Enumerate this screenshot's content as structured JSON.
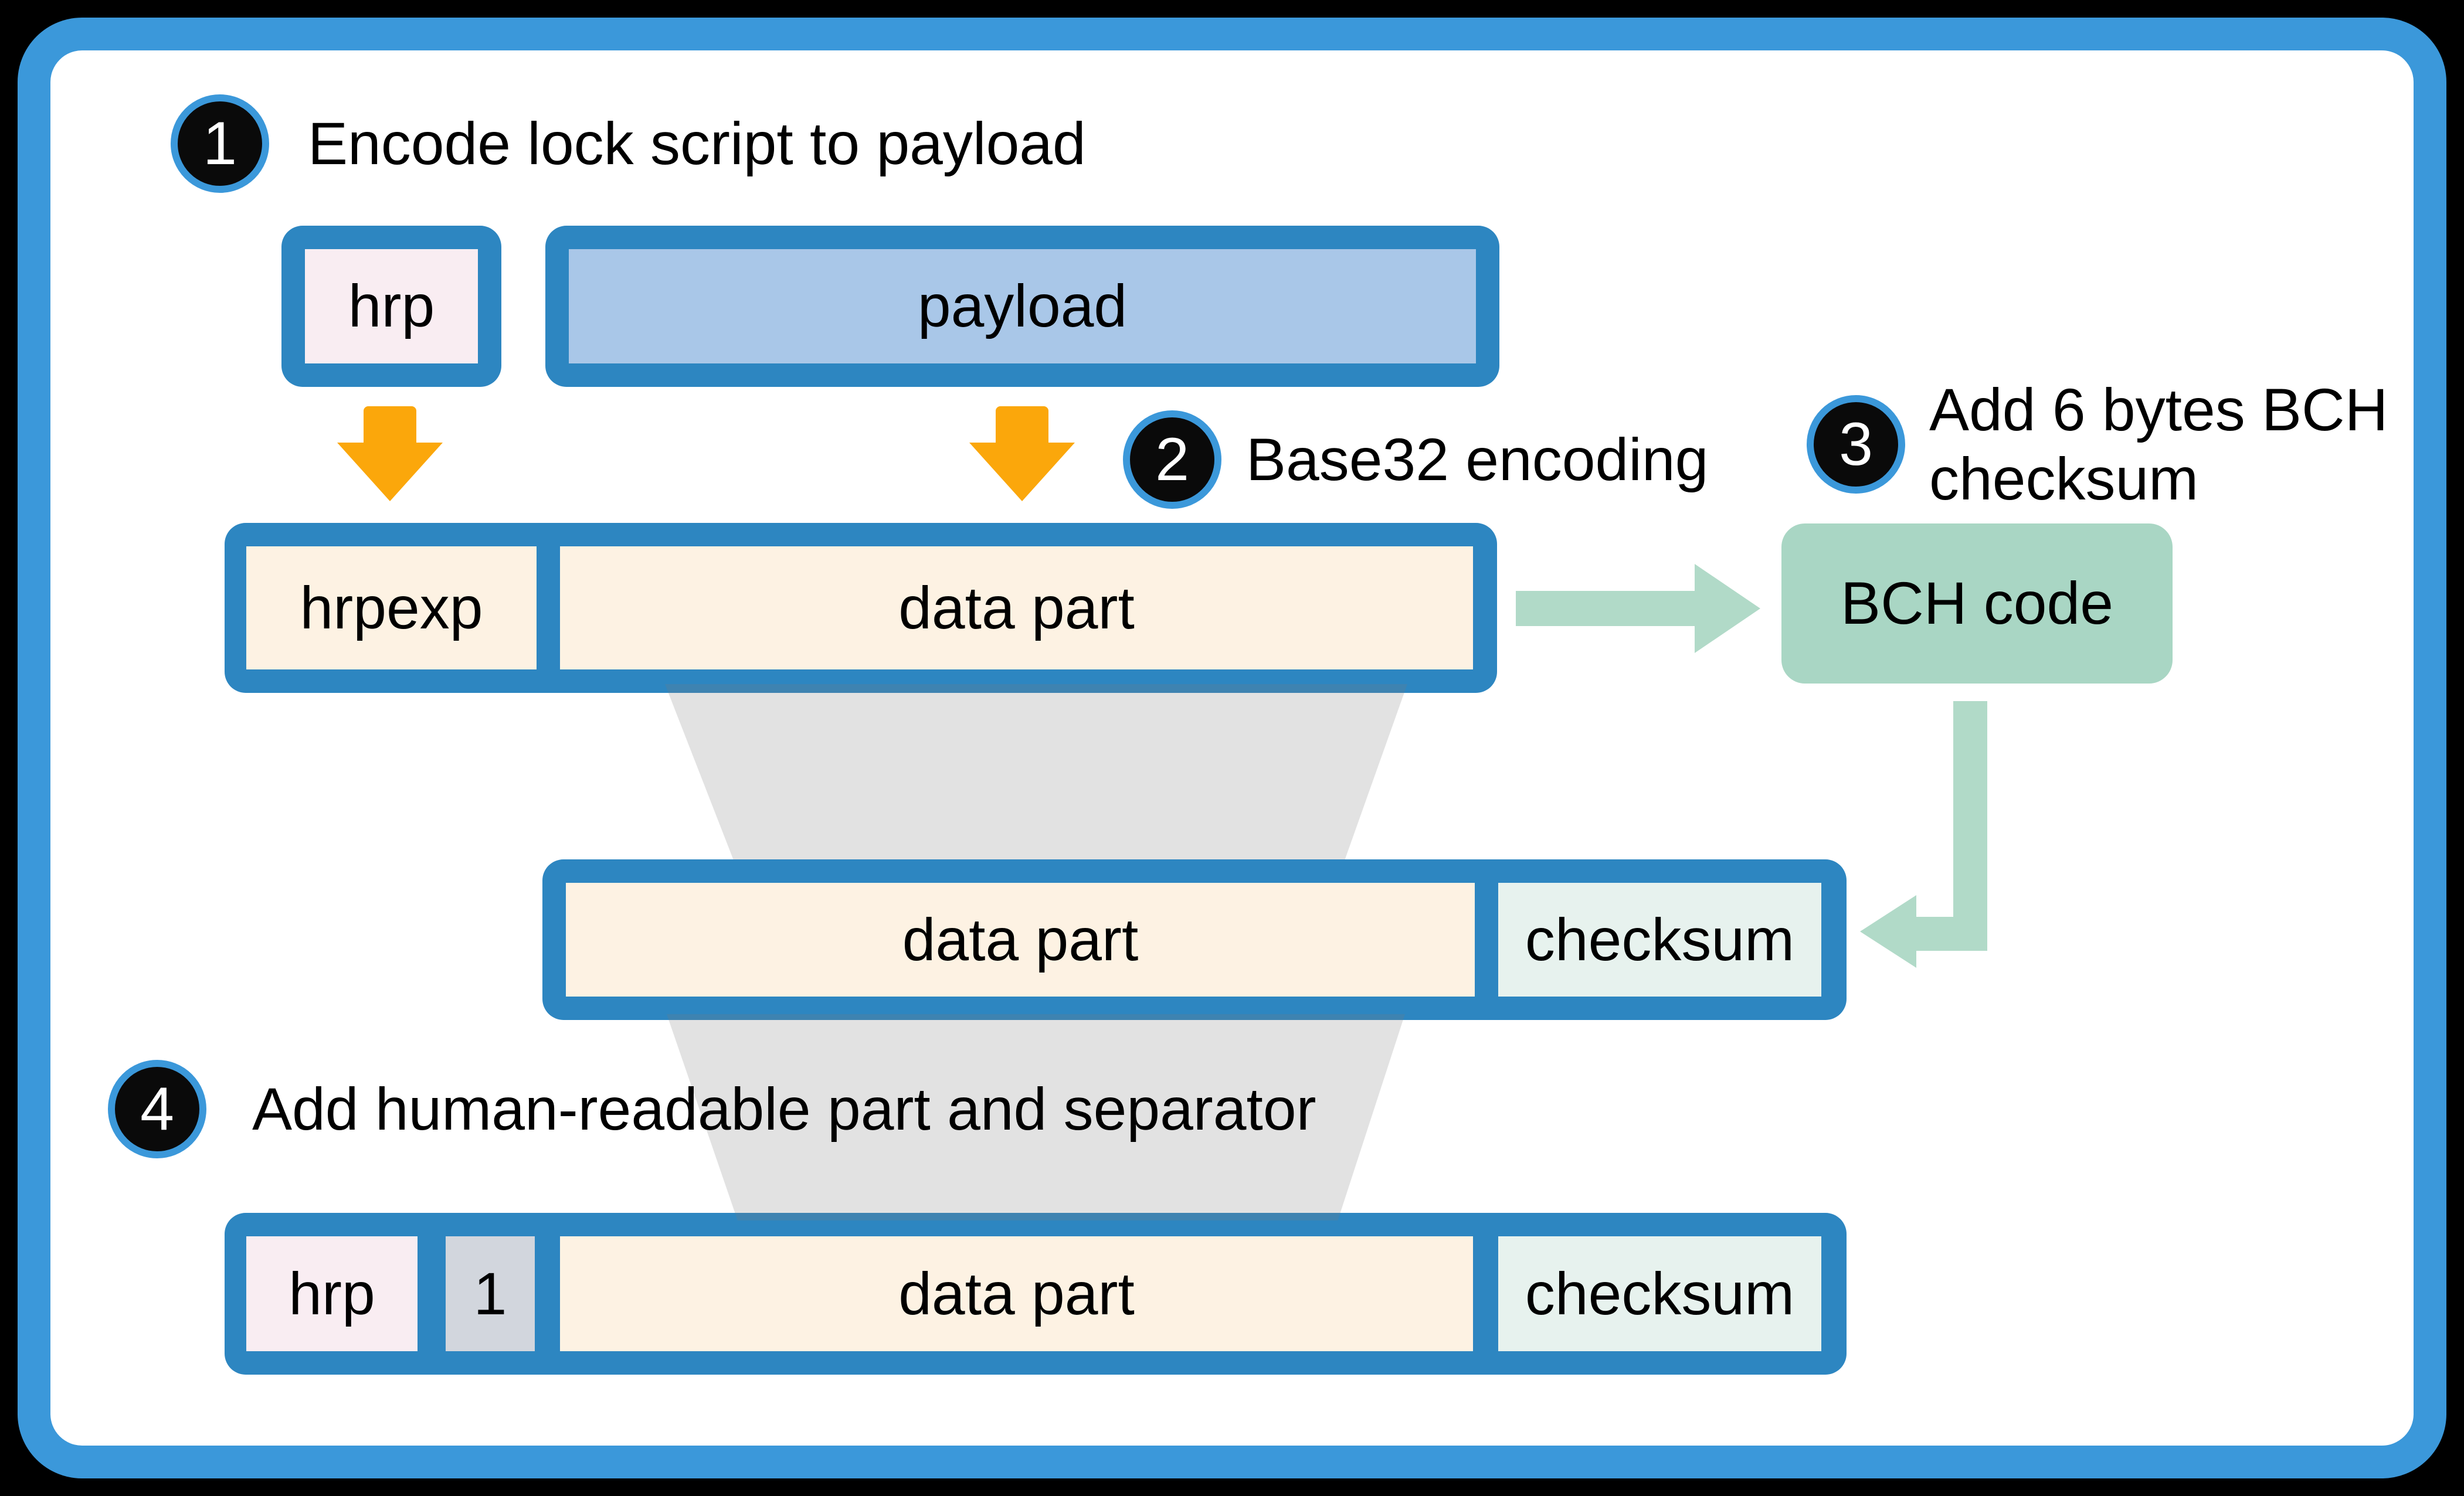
{
  "steps": [
    {
      "number": "1",
      "label": "Encode lock script to payload"
    },
    {
      "number": "2",
      "label": "Base32 encoding"
    },
    {
      "number": "3",
      "label_line1": "Add 6 bytes BCH",
      "label_line2": "checksum"
    },
    {
      "number": "4",
      "label": "Add human-readable part and separator"
    }
  ],
  "row1": {
    "hrp": "hrp",
    "payload": "payload"
  },
  "row2": {
    "hrpexp": "hrpexp",
    "data_part": "data part"
  },
  "bch": {
    "label": "BCH code"
  },
  "row3": {
    "data_part": "data part",
    "checksum": "checksum"
  },
  "row4": {
    "hrp": "hrp",
    "separator": "1",
    "data_part": "data part",
    "checksum": "checksum"
  },
  "icons": {
    "down_arrows": "orange-down-arrow",
    "right_arrow": "green-right-arrow",
    "elbow_arrow": "green-elbow-arrow-down-left"
  },
  "colors": {
    "frame_blue": "#3b98da",
    "border_blue": "#2d86c1",
    "payload_fill": "#a9c7e8",
    "hrp_fill": "#f9edf2",
    "cream_fill": "#fdf2e3",
    "checksum_fill": "#e7f2ee",
    "separator_fill": "#d2d6dd",
    "bch_green": "#a9d6c4",
    "arrow_green": "#b1dac8",
    "arrow_orange": "#fba70b",
    "funnel_gray": "rgba(125,125,125,0.22)",
    "badge_black": "#0a0a0a",
    "background": "#000000"
  }
}
